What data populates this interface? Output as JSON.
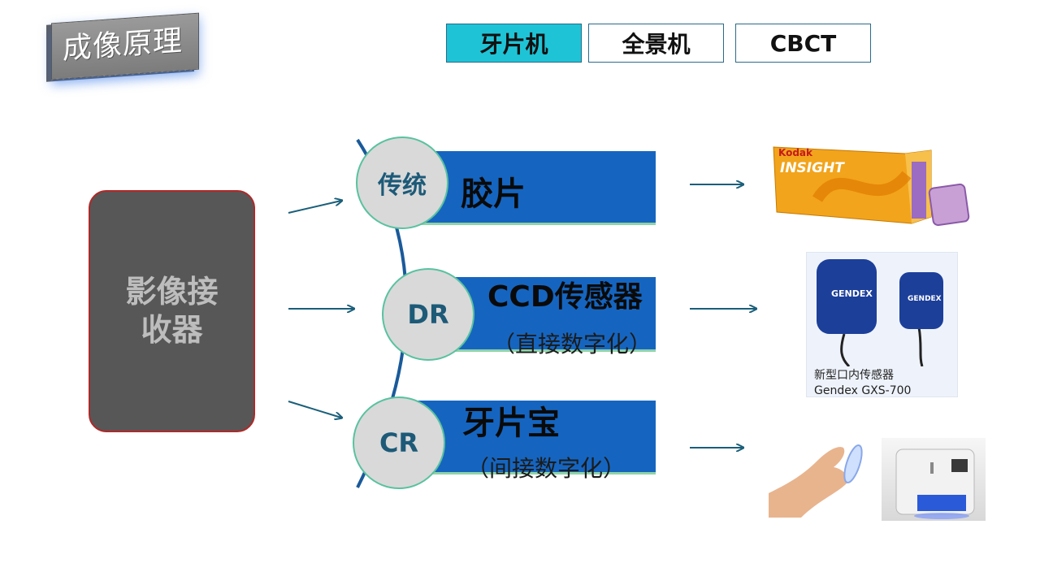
{
  "title": "成像原理",
  "tabs": [
    {
      "label": "牙片机",
      "active": true
    },
    {
      "label": "全景机",
      "active": false
    },
    {
      "label": "CBCT",
      "active": false
    }
  ],
  "receiver": {
    "label": "影像接收器"
  },
  "branches": [
    {
      "circle": "传统",
      "label": "胶片",
      "sub": ""
    },
    {
      "circle": "DR",
      "label": "CCD传感器",
      "sub": "（直接数字化）"
    },
    {
      "circle": "CR",
      "label": "牙片宝",
      "sub": "（间接数字化）"
    }
  ],
  "images": {
    "film_box": {
      "brand": "Kodak",
      "product": "INSIGHT"
    },
    "sensor": {
      "brand": "GENDEX",
      "caption_line1": "新型口内传感器",
      "caption_line2": "Gendex GXS-700"
    }
  },
  "colors": {
    "accent_tab": "#1fc3d6",
    "bar_blue": "#1565c0",
    "arrow": "#1a5f7a",
    "receiver_bg": "#575757"
  }
}
